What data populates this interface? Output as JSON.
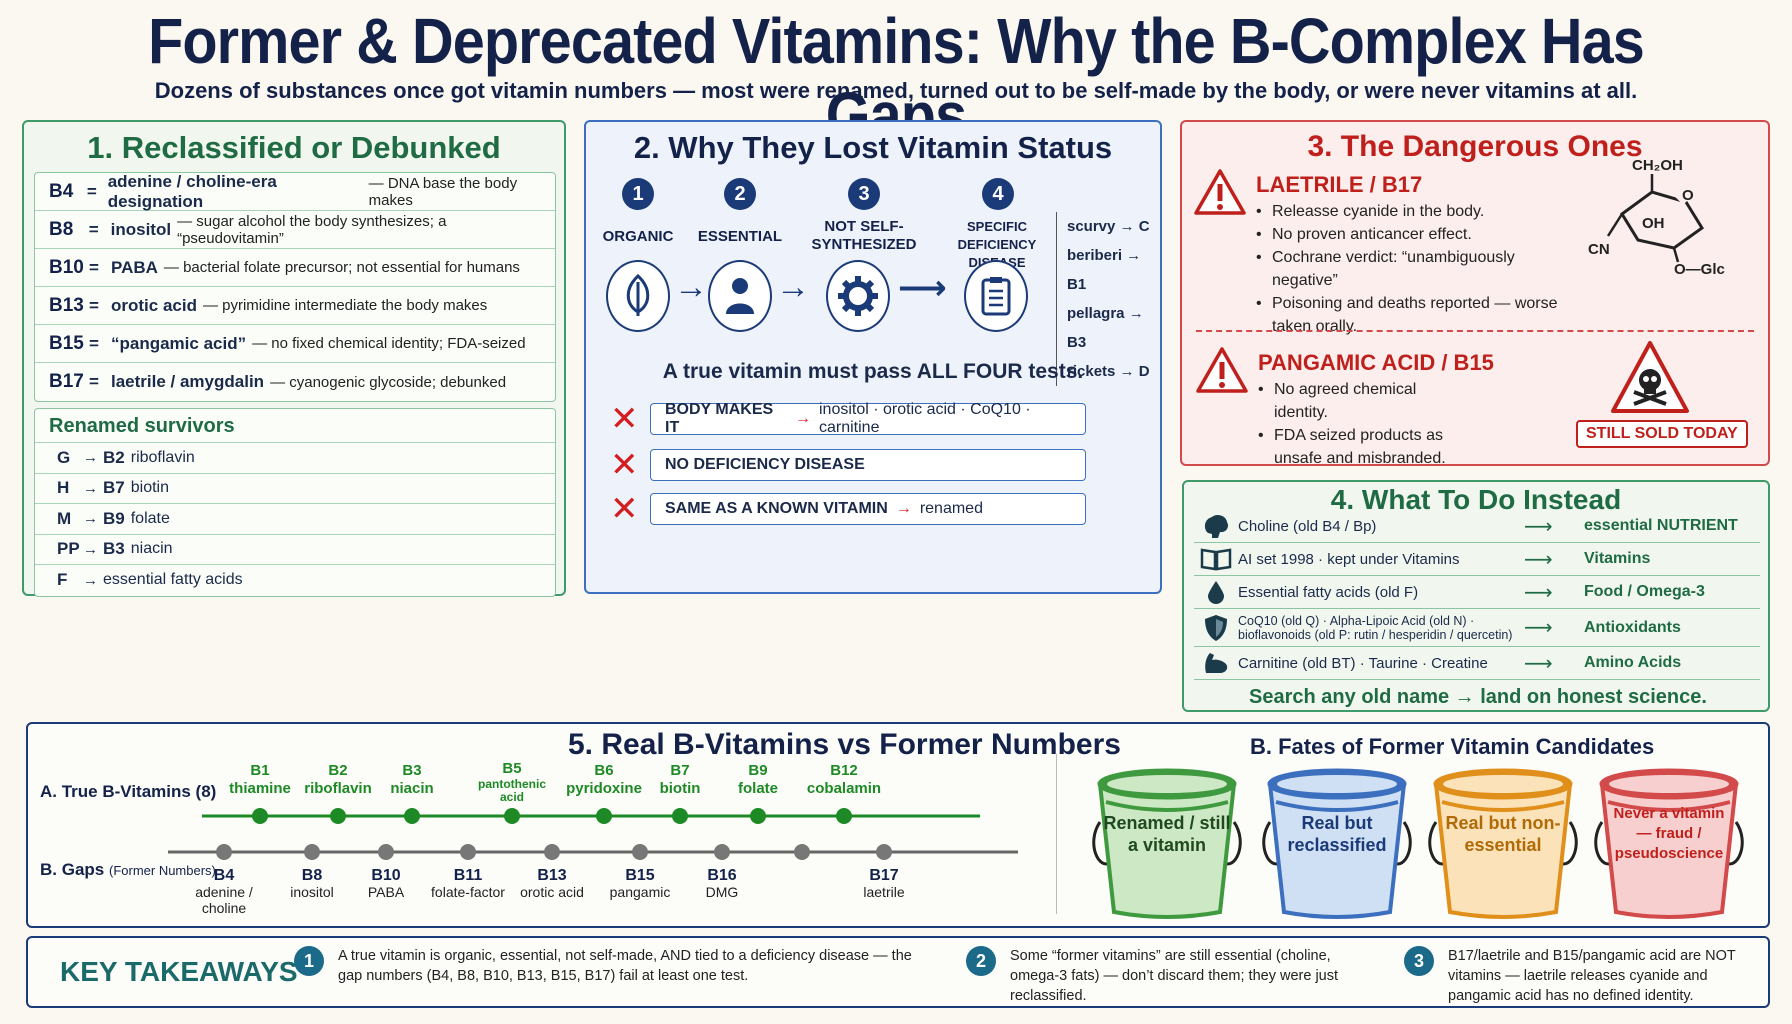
{
  "title": "Former & Deprecated Vitamins: Why the B-Complex Has Gaps",
  "subtitle": "Dozens of substances once got vitamin numbers — most were renamed, turned out to be self-made by the body, or were never vitamins at all.",
  "panel1": {
    "heading": "1. Reclassified or Debunked",
    "rows": [
      {
        "code": "B4",
        "name": "adenine / choline-era designation",
        "desc": "— DNA base the body makes"
      },
      {
        "code": "B8",
        "name": "inositol",
        "desc": "— sugar alcohol the body synthesizes; a “pseudovitamin”"
      },
      {
        "code": "B10",
        "name": "PABA",
        "desc": "— bacterial folate precursor; not essential for humans"
      },
      {
        "code": "B13",
        "name": "orotic acid",
        "desc": "— pyrimidine intermediate the body makes"
      },
      {
        "code": "B15",
        "name": "“pangamic acid”",
        "desc": "— no fixed chemical identity; FDA-seized"
      },
      {
        "code": "B17",
        "name": "laetrile / amygdalin",
        "desc": "— cyanogenic glycoside; debunked"
      }
    ],
    "renamed_heading": "Renamed survivors",
    "renamed": [
      {
        "from": "G",
        "to": "B2",
        "name": "riboflavin"
      },
      {
        "from": "H",
        "to": "B7",
        "name": "biotin"
      },
      {
        "from": "M",
        "to": "B9",
        "name": "folate"
      },
      {
        "from": "PP",
        "to": "B3",
        "name": "niacin"
      },
      {
        "from": "F",
        "to": "",
        "name": "essential fatty acids"
      }
    ]
  },
  "panel2": {
    "heading": "2. Why They Lost Vitamin Status",
    "steps": [
      {
        "num": "1",
        "label": "ORGANIC",
        "icon": "leaf-icon"
      },
      {
        "num": "2",
        "label": "ESSENTIAL",
        "icon": "person-icon"
      },
      {
        "num": "3",
        "label": "NOT SELF-SYNTHESIZED",
        "icon": "gear-icon"
      },
      {
        "num": "4",
        "label": "SPECIFIC DEFICIENCY DISEASE",
        "icon": "clipboard-icon"
      }
    ],
    "deficiencies": [
      "scurvy → C",
      "beriberi → B1",
      "pellagra → B3",
      "rickets → D"
    ],
    "true_vitamin": "A true vitamin must pass ALL FOUR tests.",
    "fails": [
      {
        "label": "BODY MAKES IT",
        "detail": "inositol · orotic acid · CoQ10 · carnitine"
      },
      {
        "label": "NO DEFICIENCY DISEASE",
        "detail": ""
      },
      {
        "label": "SAME AS A KNOWN VITAMIN",
        "detail": "renamed"
      }
    ]
  },
  "panel3": {
    "heading": "3. The Dangerous Ones",
    "laetrile": {
      "title": "LAETRILE / B17",
      "bullets": [
        "Releasse cyanide in the body.",
        "No proven anticancer effect.",
        "Cochrane verdict: “unambiguously negative”",
        "Poisoning and deaths reported — worse taken orally."
      ]
    },
    "molecule_labels": {
      "top": "CH₂OH",
      "o": "O",
      "oh": "OH",
      "cn": "CN",
      "glc": "O—Glc"
    },
    "pangamic": {
      "title": "PANGAMIC ACID / B15",
      "bullets": [
        "No agreed chemical identity.",
        "FDA seized products as unsafe and misbranded."
      ]
    },
    "badge": "STILL SOLD TODAY"
  },
  "panel4": {
    "heading": "4. What To Do Instead",
    "rows": [
      {
        "icon": "brain-icon",
        "left": "Choline (old B4 / Bp)",
        "right": "essential NUTRIENT"
      },
      {
        "icon": "book-icon",
        "left": "AI set 1998 · kept under Vitamins",
        "right": "Vitamins"
      },
      {
        "icon": "droplet-icon",
        "left": "Essential fatty acids (old F)",
        "right": "Food / Omega-3"
      },
      {
        "icon": "shield-icon",
        "left": "CoQ10 (old Q) · Alpha-Lipoic Acid (old N) · bioflavonoids (old P: rutin / hesperidin / quercetin)",
        "right": "Antioxidants"
      },
      {
        "icon": "muscle-icon",
        "left": "Carnitine (old BT) · Taurine · Creatine",
        "right": "Amino Acids"
      }
    ],
    "search": "Search any old name → land on honest science."
  },
  "panel5": {
    "heading": "5. Real B-Vitamins vs Former Numbers",
    "a_label": "A. True B-Vitamins (8)",
    "b_label": "B. Gaps",
    "b_sub": "(Former Numbers)",
    "true_vitamins": [
      {
        "code": "B1",
        "name": "thiamine"
      },
      {
        "code": "B2",
        "name": "riboflavin"
      },
      {
        "code": "B3",
        "name": "niacin"
      },
      {
        "code": "B5",
        "name": "pantothenic acid"
      },
      {
        "code": "B6",
        "name": "pyridoxine"
      },
      {
        "code": "B7",
        "name": "biotin"
      },
      {
        "code": "B9",
        "name": "folate"
      },
      {
        "code": "B12",
        "name": "cobalamin"
      }
    ],
    "gaps": [
      {
        "code": "B4",
        "name": "adenine / choline"
      },
      {
        "code": "B8",
        "name": "inositol"
      },
      {
        "code": "B10",
        "name": "PABA"
      },
      {
        "code": "B11",
        "name": "folate-factor"
      },
      {
        "code": "B13",
        "name": "orotic acid"
      },
      {
        "code": "B15",
        "name": "pangamic"
      },
      {
        "code": "B16",
        "name": "DMG"
      },
      {
        "code": "",
        "name": ""
      },
      {
        "code": "B17",
        "name": "laetrile"
      }
    ],
    "fates_heading": "B. Fates of Former Vitamin Candidates",
    "buckets": [
      {
        "label": "Renamed / still a vitamin",
        "color": "#3f9a3f",
        "fill": "#cde8c4"
      },
      {
        "label": "Real but reclassified",
        "color": "#3d6fbf",
        "fill": "#cfe0f5"
      },
      {
        "label": "Real but non-essential",
        "color": "#e0901a",
        "fill": "#fbe2b8"
      },
      {
        "label": "Never a vitamin — fraud / pseudoscience",
        "color": "#d24a4a",
        "fill": "#f8cfcf"
      }
    ]
  },
  "takeaways": {
    "heading": "KEY TAKEAWAYS",
    "items": [
      {
        "num": "1",
        "text": "A true vitamin is organic, essential, not self-made, AND tied to a deficiency disease — the gap numbers (B4, B8, B10, B13, B15, B17) fail at least one test."
      },
      {
        "num": "2",
        "text": "Some “former vitamins” are still essential (choline, omega-3 fats) — don’t discard them; they were just reclassified."
      },
      {
        "num": "3",
        "text": "B17/laetrile and B15/pangamic acid are NOT vitamins — laetrile releases cyanide and pangamic acid has no defined identity."
      }
    ]
  }
}
